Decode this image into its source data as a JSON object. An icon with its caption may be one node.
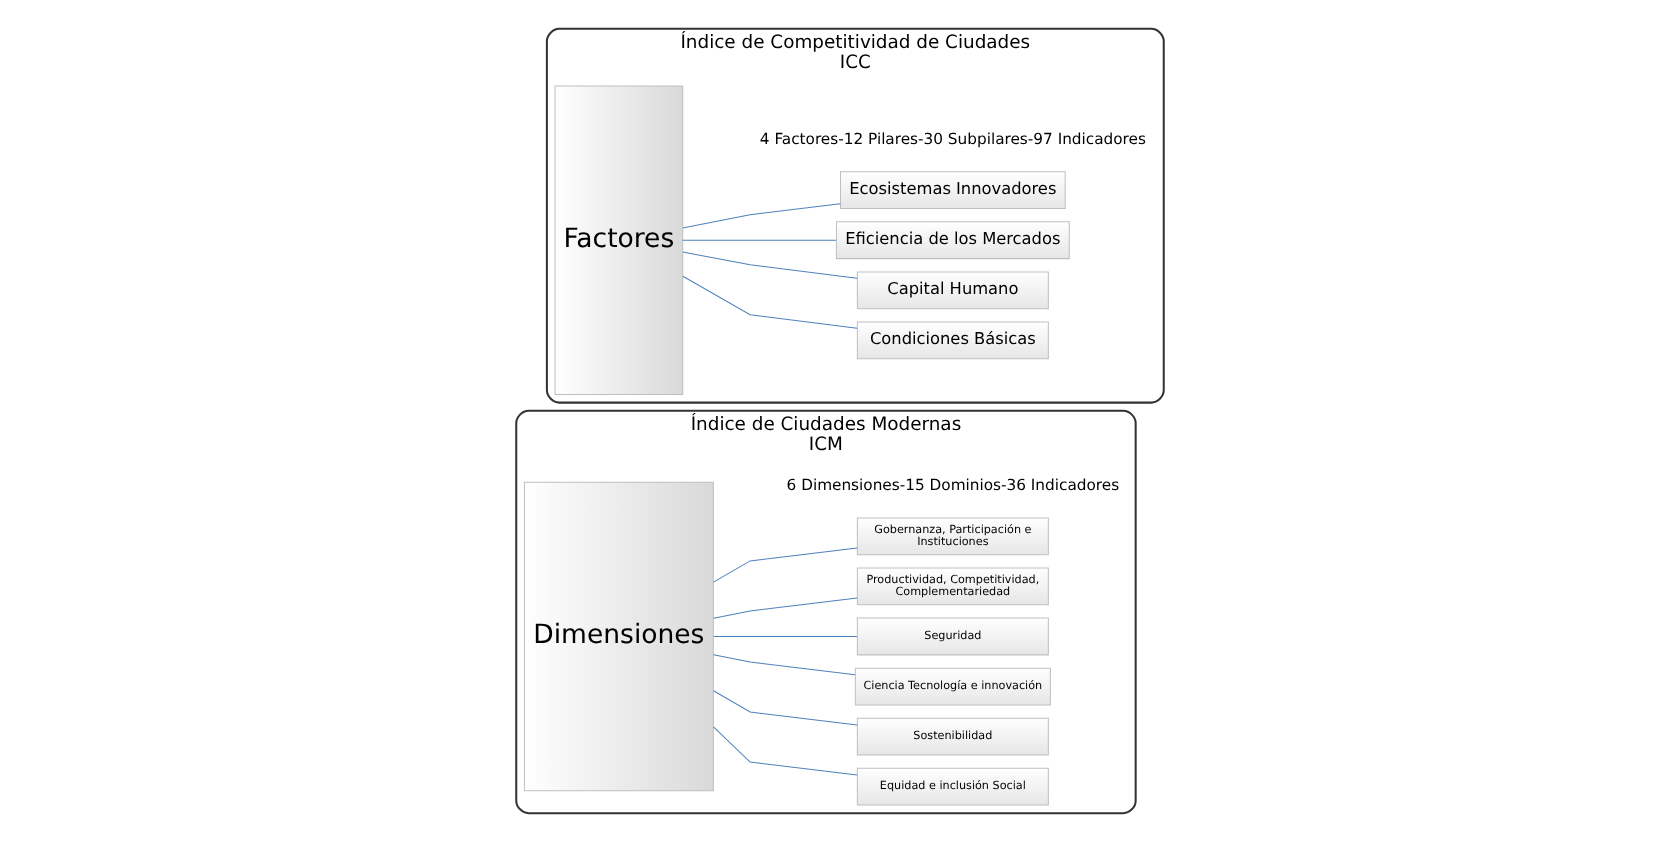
{
  "diagram": {
    "nodes": [
      {
        "text": [
          "Índice de Ciudades Modernas",
          "ICM",
          "6 Dimensiones-15 Dominios-36 Indicadores"
        ]
      },
      {
        "text": [
          "Dimensiones"
        ],
        "in": 0
      },
      {
        "text": [
          "Equidad e inclusión Social"
        ],
        "in": 0
      },
      {
        "text": [
          "Sostenibilidad"
        ],
        "in": 0
      },
      {
        "text": [
          "Ciencia Tecnología e innovación"
        ],
        "in": 0
      },
      {
        "text": [
          "Seguridad"
        ],
        "in": 0
      },
      {
        "text": [
          "Productividad, Competitividad, Complementariedad"
        ],
        "in": 0
      },
      {
        "text": [
          "Gobernanza, Participación e Instituciones"
        ],
        "in": 0
      },
      {
        "text": [
          "Índice de Competitividad de Ciudades",
          "ICC",
          "4 Factores-12 Pilares-30 Subpilares-97 Indicadores"
        ]
      },
      {
        "text": [
          "Factores"
        ],
        "in": 8
      },
      {
        "text": [
          "Condiciones Básicas"
        ],
        "in": 8
      },
      {
        "text": [
          "Capital Humano"
        ],
        "in": 8
      },
      {
        "text": [
          "Eficiencia de los Mercados"
        ],
        "in": 8
      },
      {
        "text": [
          "Ecosistemas Innovadores"
        ],
        "in": 8
      }
    ],
    "edges": [
      {
        "from": 1,
        "to": 2,
        "arrow": "none"
      },
      {
        "from": 1,
        "to": 3,
        "arrow": "none"
      },
      {
        "from": 1,
        "to": 4,
        "arrow": "none"
      },
      {
        "from": 1,
        "to": 5,
        "arrow": "none"
      },
      {
        "from": 1,
        "to": 6,
        "arrow": "none"
      },
      {
        "from": 1,
        "to": 7,
        "arrow": "none"
      },
      {
        "from": 9,
        "to": 10,
        "arrow": "none"
      },
      {
        "from": 9,
        "to": 11,
        "arrow": "none"
      },
      {
        "from": 9,
        "to": 12,
        "arrow": "none"
      },
      {
        "from": 9,
        "to": 13,
        "arrow": "none"
      }
    ]
  }
}
